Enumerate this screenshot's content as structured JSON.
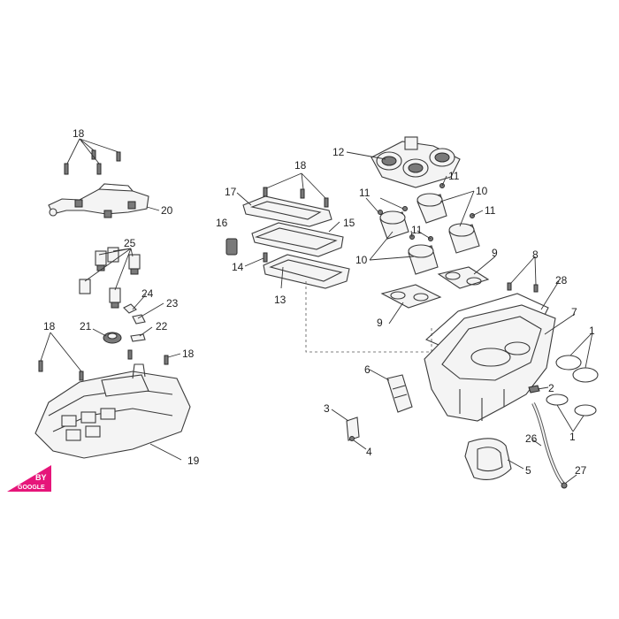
{
  "callouts": [
    {
      "id": "c18a",
      "text": "18"
    },
    {
      "id": "c20",
      "text": "20"
    },
    {
      "id": "c25",
      "text": "25"
    },
    {
      "id": "c24",
      "text": "24"
    },
    {
      "id": "c23",
      "text": "23"
    },
    {
      "id": "c22",
      "text": "22"
    },
    {
      "id": "c21",
      "text": "21"
    },
    {
      "id": "c18b",
      "text": "18"
    },
    {
      "id": "c18c",
      "text": "18"
    },
    {
      "id": "c19",
      "text": "19"
    },
    {
      "id": "c18d",
      "text": "18"
    },
    {
      "id": "c17",
      "text": "17"
    },
    {
      "id": "c16",
      "text": "16"
    },
    {
      "id": "c15",
      "text": "15"
    },
    {
      "id": "c14",
      "text": "14"
    },
    {
      "id": "c13",
      "text": "13"
    },
    {
      "id": "c12",
      "text": "12"
    },
    {
      "id": "c11a",
      "text": "11"
    },
    {
      "id": "c11b",
      "text": "11"
    },
    {
      "id": "c11c",
      "text": "11"
    },
    {
      "id": "c11d",
      "text": "11"
    },
    {
      "id": "c10a",
      "text": "10"
    },
    {
      "id": "c10b",
      "text": "10"
    },
    {
      "id": "c9a",
      "text": "9"
    },
    {
      "id": "c9b",
      "text": "9"
    },
    {
      "id": "c8",
      "text": "8"
    },
    {
      "id": "c28",
      "text": "28"
    },
    {
      "id": "c7",
      "text": "7"
    },
    {
      "id": "c1a",
      "text": "1"
    },
    {
      "id": "c1b",
      "text": "1"
    },
    {
      "id": "c2",
      "text": "2"
    },
    {
      "id": "c6",
      "text": "6"
    },
    {
      "id": "c3",
      "text": "3"
    },
    {
      "id": "c4",
      "text": "4"
    },
    {
      "id": "c5",
      "text": "5"
    },
    {
      "id": "c26",
      "text": "26"
    },
    {
      "id": "c27",
      "text": "27"
    }
  ],
  "logo": {
    "line1": "BY",
    "line2": "GOOGLE",
    "color": "#e6157a"
  }
}
